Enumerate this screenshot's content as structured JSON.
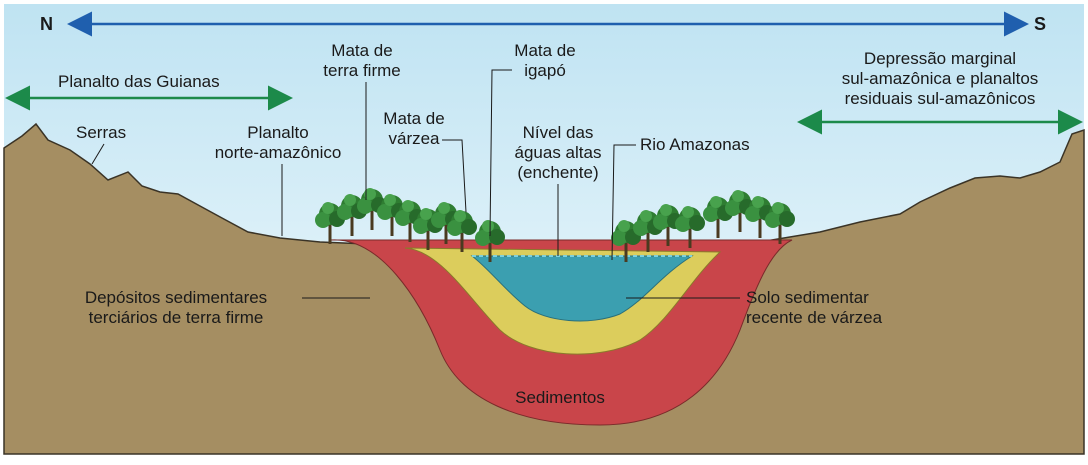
{
  "compass": {
    "north": "N",
    "south": "S"
  },
  "labels": {
    "planalto_guianas": "Planalto das Guianas",
    "serras": "Serras",
    "planalto_norte": [
      "Planalto",
      "norte-amazônico"
    ],
    "mata_terra_firme": [
      "Mata de",
      "terra firme"
    ],
    "mata_varzea": [
      "Mata de",
      "várzea"
    ],
    "mata_igapo": [
      "Mata de",
      "igapó"
    ],
    "nivel_aguas": [
      "Nível das",
      "águas altas",
      "(enchente)"
    ],
    "rio_amazonas": "Rio Amazonas",
    "depressao": [
      "Depressão marginal",
      "sul-amazônica e planaltos",
      "residuais sul-amazônicos"
    ],
    "depositos": [
      "Depósitos sedimentares",
      "terciários de terra firme"
    ],
    "solo_sedimentar": [
      "Solo sedimentar",
      "recente de várzea"
    ],
    "sedimentos": "Sedimentos"
  },
  "colors": {
    "sky_top": "#bfe3f2",
    "sky_bottom": "#f4fbfe",
    "ground": "#a58e62",
    "ground_outline": "#3a3326",
    "sediments_red": "#c9454a",
    "varzea_yellow": "#dccd5c",
    "water": "#3b9fb0",
    "arrow_blue": "#1f5fae",
    "arrow_green": "#1c8a4a",
    "tree_green": "#2f7d32"
  },
  "icons": {
    "tree": "tree-icon",
    "compass_arrow": "double-arrow-icon"
  }
}
